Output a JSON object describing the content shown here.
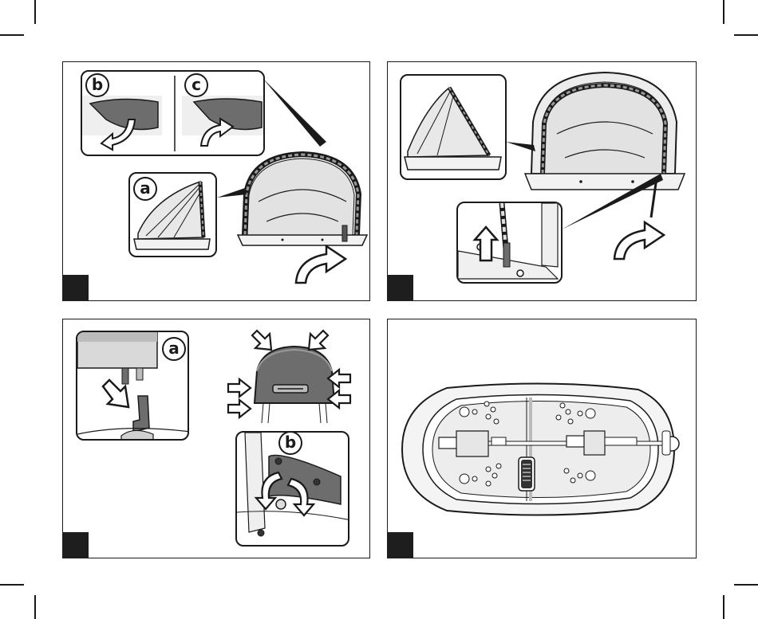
{
  "page": {
    "background": "#ffffff",
    "line_color": "#1a1a1a",
    "fill_light": "#e6e6e6",
    "fill_dark": "#6d6d6d"
  },
  "panels": [
    {
      "id": 1,
      "callout_labels": [
        "b",
        "c",
        "a"
      ]
    },
    {
      "id": 2,
      "callout_labels": []
    },
    {
      "id": 3,
      "callout_labels": [
        "a",
        "b"
      ]
    },
    {
      "id": 4,
      "callout_labels": []
    }
  ],
  "icons": [
    "curved-arrow-icon",
    "straight-arrow-icon",
    "press-arrow-icon"
  ]
}
